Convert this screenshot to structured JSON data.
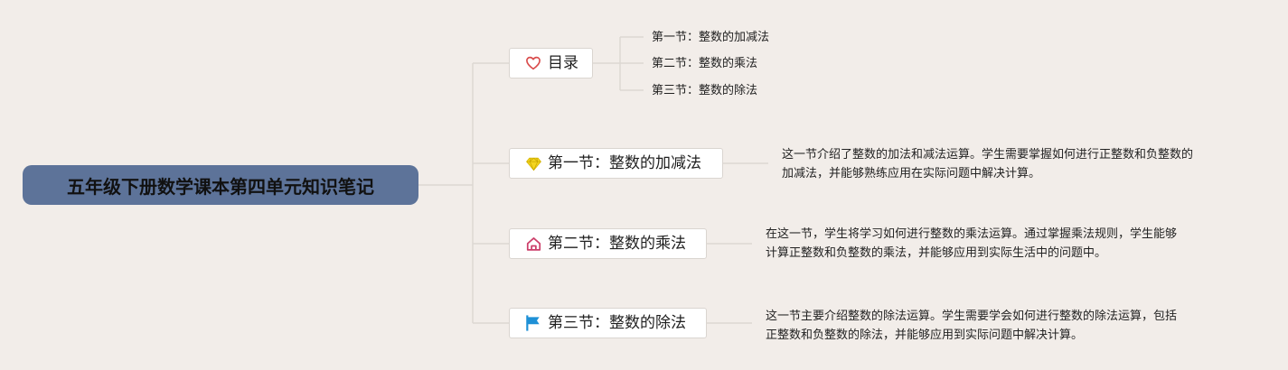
{
  "mindmap": {
    "root": {
      "title": "五年级下册数学课本第四单元知识笔记"
    },
    "branches": [
      {
        "id": "toc",
        "label": "目录",
        "icon": "heart-icon",
        "icon_color": "#d94b4b",
        "children": [
          "第一节：整数的加减法",
          "第二节：整数的乘法",
          "第三节：整数的除法"
        ]
      },
      {
        "id": "section-1",
        "label": "第一节：整数的加减法",
        "icon": "diamond-icon",
        "icon_color": "#f4d51f",
        "note_lines": [
          "这一节介绍了整数的加法和减法运算。学生需要掌握如何进行正整数和负整数的",
          "加减法，并能够熟练应用在实际问题中解决计算。"
        ]
      },
      {
        "id": "section-2",
        "label": "第二节：整数的乘法",
        "icon": "house-icon",
        "icon_color": "#cc3f6a",
        "note_lines": [
          "在这一节，学生将学习如何进行整数的乘法运算。通过掌握乘法规则，学生能够",
          "计算正整数和负整数的乘法，并能够应用到实际生活中的问题中。"
        ]
      },
      {
        "id": "section-3",
        "label": "第三节：整数的除法",
        "icon": "flag-icon",
        "icon_color": "#1e90d6",
        "note_lines": [
          "这一节主要介绍整数的除法运算。学生需要学会如何进行整数的除法运算，包括",
          "正整数和负整数的除法，并能够应用到实际问题中解决计算。"
        ]
      }
    ]
  }
}
